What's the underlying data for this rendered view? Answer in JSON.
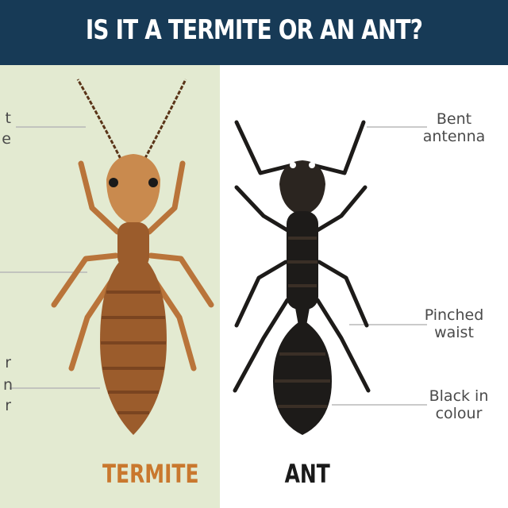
{
  "title": "IS IT A TERMITE OR AN ANT?",
  "termite": {
    "name": "TERMITE",
    "name_color": "#c9782e",
    "body_color": "#9b5c2c",
    "head_color": "#c98a4e",
    "partial_labels": [
      "t",
      "e",
      "r",
      "n",
      "r"
    ]
  },
  "ant": {
    "name": "ANT",
    "name_color": "#1a1a1a",
    "body_color": "#1d1b19",
    "labels": [
      {
        "line1": "Bent",
        "line2": "antenna"
      },
      {
        "line1": "Pinched",
        "line2": "waist"
      },
      {
        "line1": "Black in",
        "line2": "colour"
      }
    ]
  },
  "colors": {
    "header": "#173a56",
    "left_panel": "#e3ead1",
    "right_panel": "#ffffff",
    "leader_line": "#b8b8b8"
  }
}
